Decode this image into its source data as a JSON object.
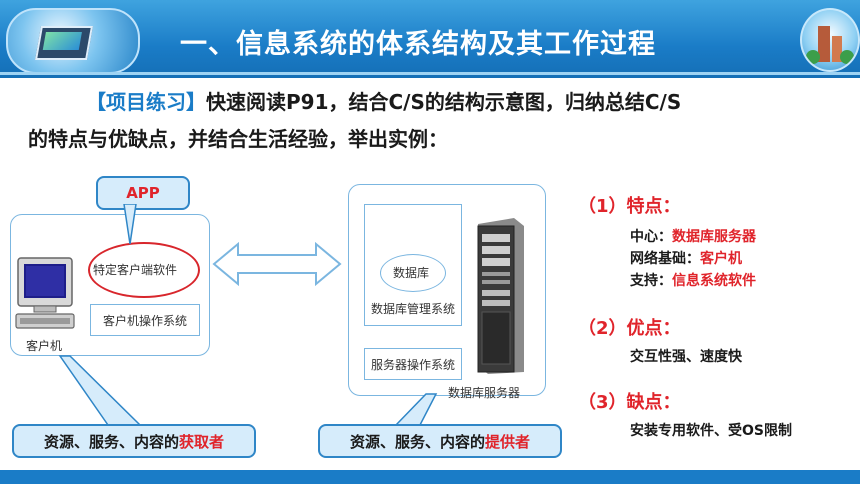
{
  "header": {
    "title": "一、信息系统的体系结构及其工作过程"
  },
  "intro": {
    "bracket": "【项目练习】",
    "line1": "快速阅读P91，结合C/S的结构示意图，归纳总结C/S",
    "line2": "的特点与优缺点，并结合生活经验，举出实例："
  },
  "diagram": {
    "app_label": "APP",
    "client_software": "特定客户端软件",
    "client_os": "客户机操作系统",
    "client_label": "客户机",
    "database": "数据库",
    "dbms": "数据库管理系统",
    "server_os": "服务器操作系统",
    "server_label": "数据库服务器",
    "client_callout_prefix": "资源、服务、内容的",
    "client_callout_role": "获取者",
    "server_callout_prefix": "资源、服务、内容的",
    "server_callout_role": "提供者"
  },
  "panel": {
    "features_heading": "（1）特点：",
    "center_label": "中心：",
    "center_value": "数据库服务器",
    "network_label": "网络基础：",
    "network_value": "客户机",
    "support_label": "支持：",
    "support_value": "信息系统软件",
    "pros_heading": "（2）优点：",
    "pros_text": "交互性强、速度快",
    "cons_heading": "（3）缺点：",
    "cons_text": "安装专用软件、受OS限制"
  },
  "colors": {
    "accent": "#1a7cc7",
    "highlight": "#e0242b"
  }
}
